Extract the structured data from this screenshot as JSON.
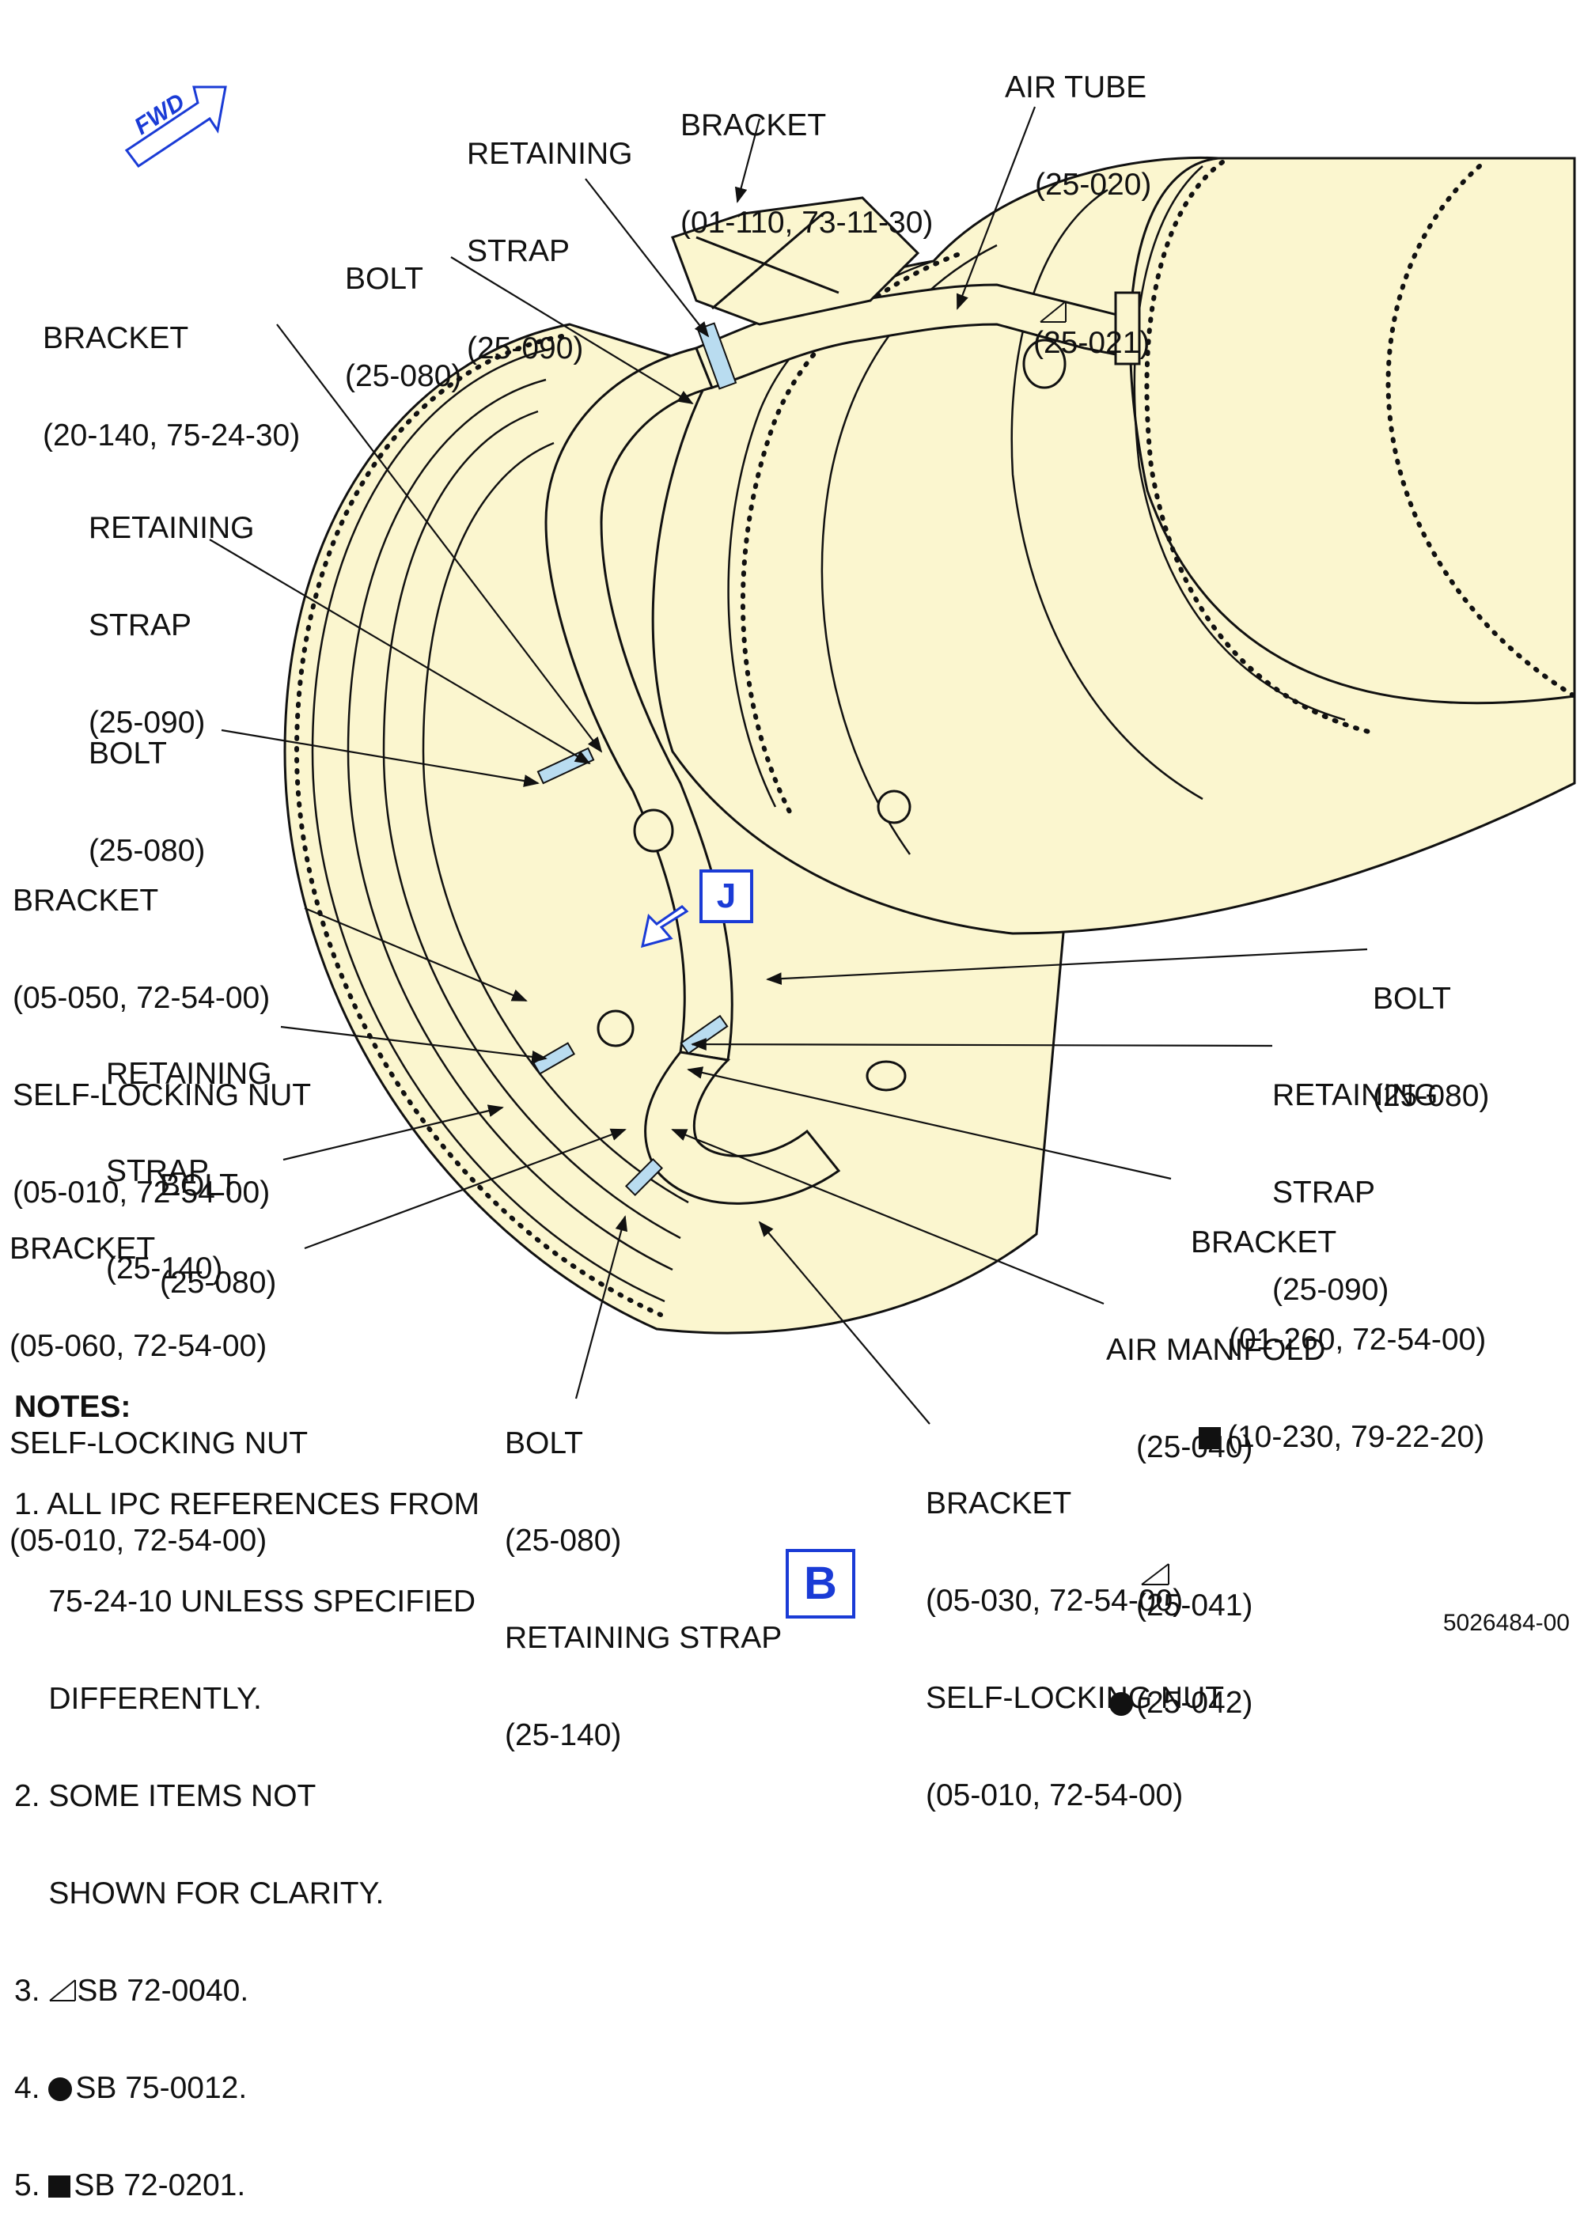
{
  "fwd_label": "FWD",
  "view_tags": {
    "detail": "J",
    "view": "B"
  },
  "labels": {
    "air_tube": [
      "AIR TUBE",
      "(25-020)",
      "(25-021)"
    ],
    "bracket_top": [
      "BRACKET",
      "(01-110, 73-11-30)"
    ],
    "retaining_strap_top": [
      "RETAINING",
      "STRAP",
      "(25-090)"
    ],
    "bolt_top": [
      "BOLT",
      "(25-080)"
    ],
    "bracket_left_top": [
      "BRACKET",
      "(20-140, 75-24-30)"
    ],
    "retaining_strap_left": [
      "RETAINING",
      "STRAP",
      "(25-090)"
    ],
    "bolt_left": [
      "BOLT",
      "(25-080)"
    ],
    "bracket_05_050": [
      "BRACKET",
      "(05-050, 72-54-00)",
      "SELF-LOCKING NUT",
      "(05-010, 72-54-00)"
    ],
    "retaining_strap_140": [
      "RETAINING",
      "STRAP",
      "(25-140)"
    ],
    "bolt_lower_left": [
      "BOLT",
      "(25-080)"
    ],
    "bracket_05_060": [
      "BRACKET",
      "(05-060, 72-54-00)",
      "SELF-LOCKING NUT",
      "(05-010, 72-54-00)"
    ],
    "bolt_bottom": [
      "BOLT",
      "(25-080)",
      "RETAINING STRAP",
      "(25-140)"
    ],
    "bracket_05_030": [
      "BRACKET",
      "(05-030, 72-54-00)",
      "SELF-LOCKING NUT",
      "(05-010, 72-54-00)"
    ],
    "air_manifold": [
      "AIR MANIFOLD",
      "(25-040)",
      "(25-041)",
      "(25-042)"
    ],
    "bracket_01_260": [
      "BRACKET",
      "(01-260, 72-54-00)",
      "(10-230, 79-22-20)"
    ],
    "retaining_strap_right": [
      "RETAINING",
      "STRAP",
      "(25-090)"
    ],
    "bolt_right": [
      "BOLT",
      "(25-080)"
    ]
  },
  "notes": {
    "heading": "NOTES:",
    "items": [
      "1. ALL IPC REFERENCES FROM",
      "    75-24-10 UNLESS SPECIFIED",
      "    DIFFERENTLY.",
      "2. SOME ITEMS NOT",
      "    SHOWN FOR CLARITY.",
      "3. ",
      "4. ",
      "5. "
    ],
    "sb_refs": [
      "SB 72-0040.",
      "SB 75-0012.",
      "SB 72-0201."
    ]
  },
  "drawing_number": "5026484-00",
  "colors": {
    "engine_fill": "#fbf6cf",
    "strap_highlight": "#b9dcf0",
    "callout_blue": "#1a3bd6",
    "line": "#111111"
  },
  "icons": {
    "fwd": "fwd-arrow-icon",
    "sb_72_0040": "triangle-flag-icon",
    "sb_75_0012": "filled-circle-icon",
    "sb_72_0201": "filled-square-icon"
  }
}
